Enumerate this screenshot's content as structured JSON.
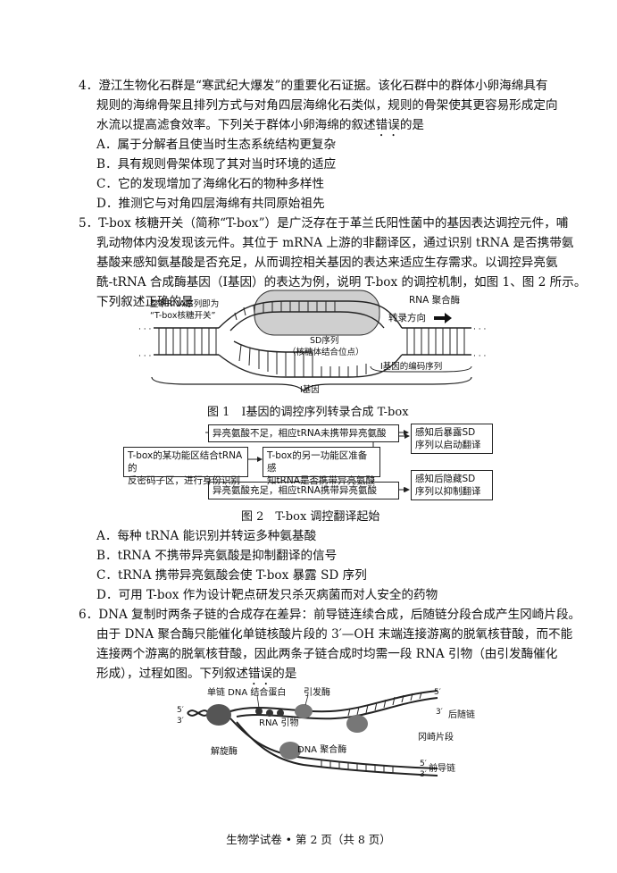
{
  "q4": {
    "lines": [
      "4．澄江生物化石群是“寒武纪大爆发”的重要化石证据。该化石群中的群体小卵海绵具有",
      "规则的海绵骨架且排列方式与对角四层海绵化石类似，规则的骨架使其更容易形成定向",
      "水流以提高滤食效率。下列关于群体小卵海绵的叙述"
    ],
    "emph": "错误",
    "tail": "的是",
    "options": [
      "A．属于分解者且使当时生态系统结构更复杂",
      "B．具有规则骨架体现了其对当时环境的适应",
      "C．它的发现增加了海绵化石的物种多样性",
      "D．推测它与对角四层海绵有共同原始祖先"
    ]
  },
  "q5": {
    "lines": [
      "5．T-box 核糖开关（简称“T-box”）是广泛存在于革兰氏阳性菌中的基因表达调控元件，哺",
      "乳动物体内没发现该元件。其位于 mRNA 上游的非翻译区，通过识别 tRNA 是否携带氨",
      "基酸来感知氨基酸是否充足，从而调控相关基因的表达来适应生存需求。以调控异亮氨",
      "酰-tRNA 合成酶基因（Ⅰ基因）的表达为例，说明 T-box 的调控机制，如图 1、图 2 所示。",
      "下列叙述正确的是"
    ],
    "fig1": {
      "label_left_1": "整条RNA序列即为",
      "label_left_2": "“T-box核糖开关”",
      "rna_pol": "RNA 聚合酶",
      "direction": "转录方向",
      "sd_1": "SD序列",
      "sd_2": "（核糖体结合位点）",
      "coding": "Ⅰ基因的编码序列",
      "gene": "Ⅰ基因",
      "caption": "图 1　Ⅰ基因的调控序列转录合成 T-box"
    },
    "fig2": {
      "box_left_1": "T-box的某功能区结合tRNA的",
      "box_left_2": "反密码子区，进行身份识别",
      "box_top": "异亮氨酸不足，相应tRNA未携带异亮氨酸",
      "box_mid_1": "T-box的另一功能区准备感",
      "box_mid_2": "知tRNA是否携带异亮氨酸",
      "box_bottom": "异亮氨酸充足，相应tRNA携带异亮氨酸",
      "box_r1_1": "感知后暴露SD",
      "box_r1_2": "序列以启动翻译",
      "box_r2_1": "感知后隐藏SD",
      "box_r2_2": "序列以抑制翻译",
      "caption": "图 2　T-box 调控翻译起始"
    },
    "options": [
      "A．每种 tRNA 能识别并转运多种氨基酸",
      "B．tRNA 不携带异亮氨酸是抑制翻译的信号",
      "C．tRNA 携带异亮氨酸会使 T-box 暴露 SD 序列",
      "D．可用 T-box 作为设计靶点研发只杀灭病菌而对人安全的药物"
    ]
  },
  "q6": {
    "lines": [
      "6．DNA 复制时两条子链的合成存在差异：前导链连续合成，后随链分段合成产生冈崎片段。",
      "由于 DNA 聚合酶只能催化单链核酸片段的 3′—OH 末端连接游离的脱氧核苷酸，而不能",
      "连接两个游离的脱氧核苷酸，因此两条子链合成时均需一段 RNA 引物（由引发酶催化",
      "形成），过程如图。下列叙述"
    ],
    "emph": "错误",
    "tail": "的是",
    "fig3": {
      "ssb": "单链 DNA 结合蛋白",
      "primase": "引发酶",
      "lagging": "后随链",
      "okazaki": "冈崎片段",
      "primer": "RNA 引物",
      "helicase": "解旋酶",
      "polymerase": "DNA 聚合酶",
      "leading": "前导链",
      "end5": "5′",
      "end3": "3′"
    }
  },
  "footer": "生物学试卷 • 第 2 页（共 8 页）"
}
